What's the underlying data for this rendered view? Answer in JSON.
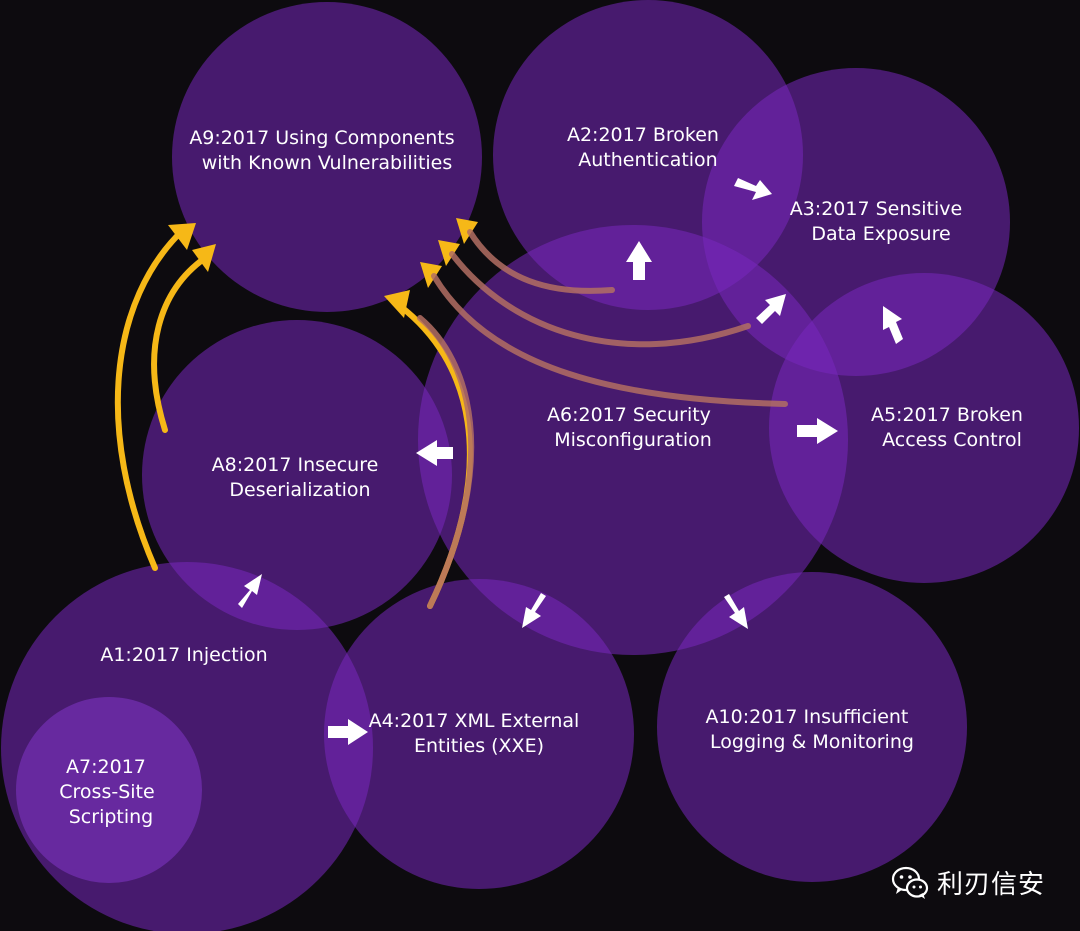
{
  "circles": {
    "a9": {
      "lines": [
        "A9:2017 Using Components",
        "with Known Vulnerabilities"
      ]
    },
    "a2": {
      "lines": [
        "A2:2017 Broken",
        "Authentication"
      ]
    },
    "a3": {
      "lines": [
        "A3:2017 Sensitive",
        "Data Exposure"
      ]
    },
    "a6": {
      "lines": [
        "A6:2017 Security",
        "Misconfiguration"
      ]
    },
    "a5": {
      "lines": [
        "A5:2017 Broken",
        "Access Control"
      ]
    },
    "a8": {
      "lines": [
        "A8:2017 Insecure",
        "Deserialization"
      ]
    },
    "a1": {
      "lines": [
        "A1:2017 Injection"
      ]
    },
    "a4": {
      "lines": [
        "A4:2017 XML External",
        "Entities (XXE)"
      ]
    },
    "a10": {
      "lines": [
        "A10:2017 Insufficient",
        "Logging & Monitoring"
      ]
    },
    "a7": {
      "lines": [
        "A7:2017",
        "Cross-Site",
        "Scripting"
      ]
    }
  },
  "colors": {
    "background": "#0d0b0f",
    "circle_fill": "#7828be",
    "yellow_arrow": "#f6b817",
    "brown_arrow": "#b36f63",
    "white_arrow": "#ffffff"
  },
  "watermark": {
    "icon": "wechat-icon",
    "text": "利刃信安"
  }
}
